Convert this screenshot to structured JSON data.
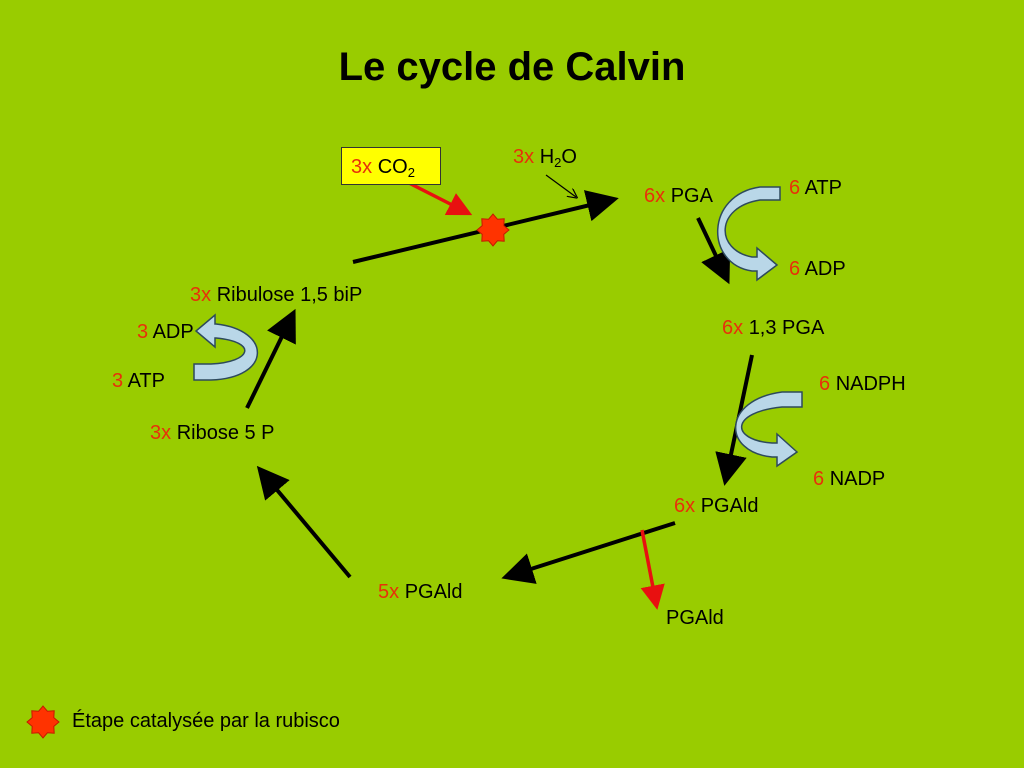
{
  "title": "Le cycle de Calvin",
  "colors": {
    "background": "#99cc00",
    "coefficient": "#e8300a",
    "co2_box": "#ffff00",
    "rubisco_star": "#ff3300",
    "cofactor_arrow": "#b9d7e8"
  },
  "inputs": {
    "co2": {
      "coef": "3x",
      "name": "CO",
      "sub": "2"
    },
    "h2o": {
      "coef": "3x",
      "name_a": "H",
      "sub": "2",
      "name_b": "O"
    }
  },
  "compounds": {
    "pga": {
      "coef": "6x",
      "name": "PGA"
    },
    "bpga": {
      "coef": "6x",
      "name": "1,3 PGA"
    },
    "pgald6": {
      "coef": "6x",
      "name": "PGAld"
    },
    "pgald_out": {
      "name": "PGAld"
    },
    "pgald5": {
      "coef": "5x",
      "name": "PGAld"
    },
    "ribose5p": {
      "coef": "3x",
      "name": "Ribose 5 P"
    },
    "rubp": {
      "coef": "3x",
      "name": "Ribulose 1,5 biP"
    }
  },
  "cofactors": {
    "atp6": {
      "coef": "6",
      "name": "ATP"
    },
    "adp6": {
      "coef": "6",
      "name": "ADP"
    },
    "nadph6": {
      "coef": "6",
      "name": "NADPH"
    },
    "nadp6": {
      "coef": "6",
      "name": "NADP"
    },
    "adp3": {
      "coef": "3",
      "name": "ADP"
    },
    "atp3": {
      "coef": "3",
      "name": "ATP"
    }
  },
  "legend": {
    "icon": "rubisco-star-icon",
    "text": "Étape catalysée par la rubisco"
  }
}
